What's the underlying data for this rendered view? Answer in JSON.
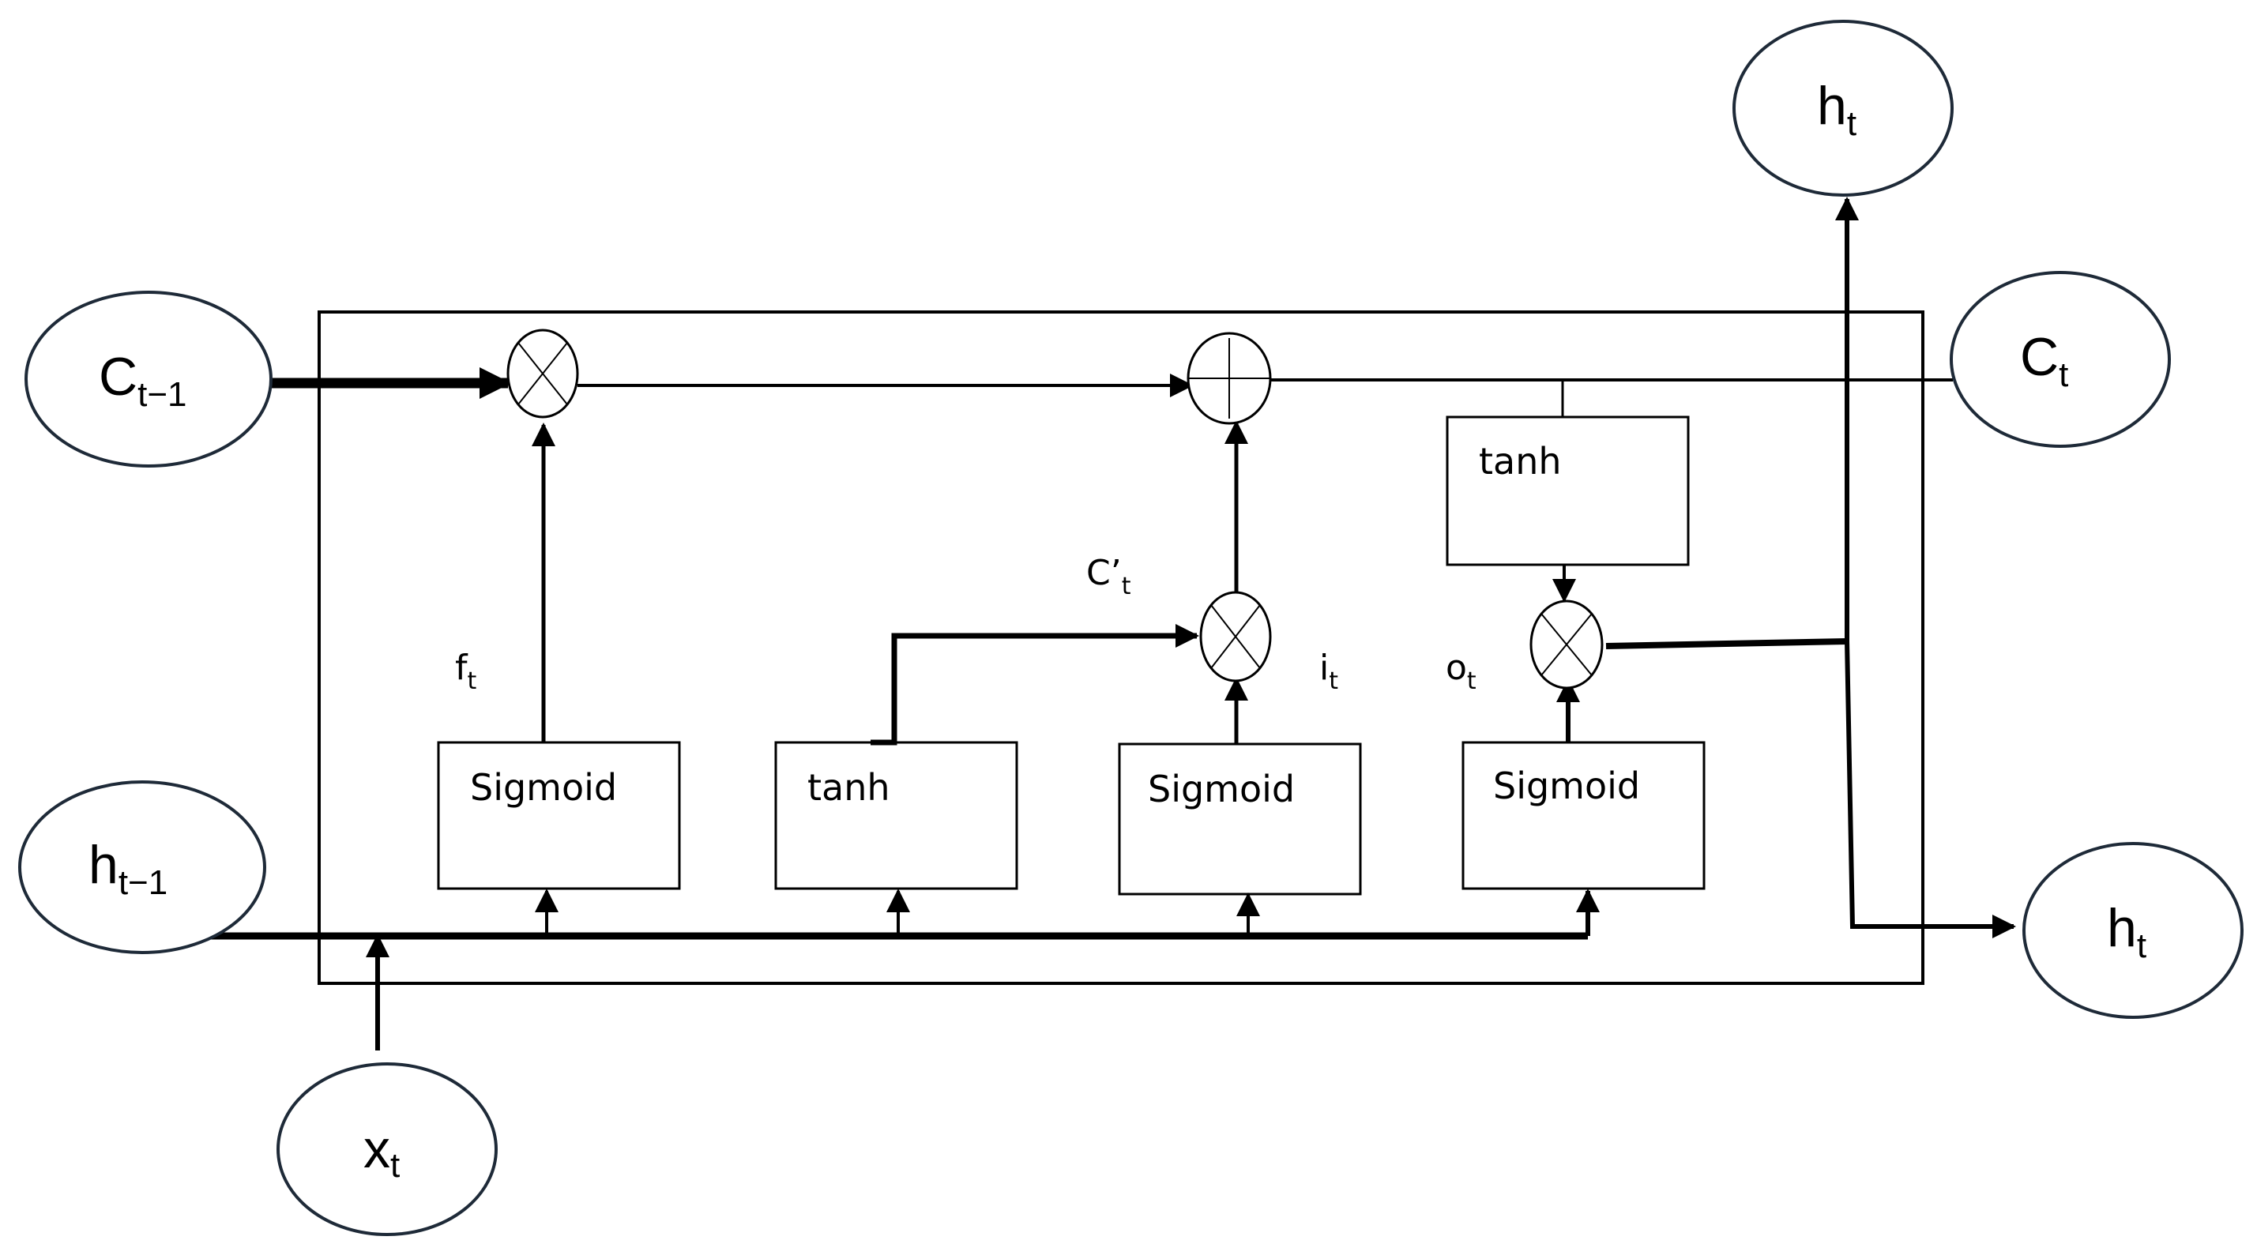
{
  "nodes": {
    "c_prev": {
      "base": "C",
      "sub": "t−1"
    },
    "h_prev": {
      "base": "h",
      "sub": "t−1"
    },
    "x_t": {
      "base": "x",
      "sub": "t"
    },
    "c_t": {
      "base": "C",
      "sub": "t"
    },
    "h_t_top": {
      "base": "h",
      "sub": "t"
    },
    "h_t_right": {
      "base": "h",
      "sub": "t"
    }
  },
  "boxes": {
    "forget": "Sigmoid",
    "candidate": "tanh",
    "input": "Sigmoid",
    "output": "Sigmoid",
    "cell_tanh": "tanh"
  },
  "labels": {
    "f": {
      "base": "f",
      "sub": "t"
    },
    "i": {
      "base": "i",
      "sub": "t"
    },
    "o": {
      "base": "o",
      "sub": "t"
    },
    "c_candidate": {
      "base": "C’",
      "sub": "t"
    }
  },
  "colors": {
    "stroke": "#000000",
    "background": "#ffffff"
  }
}
